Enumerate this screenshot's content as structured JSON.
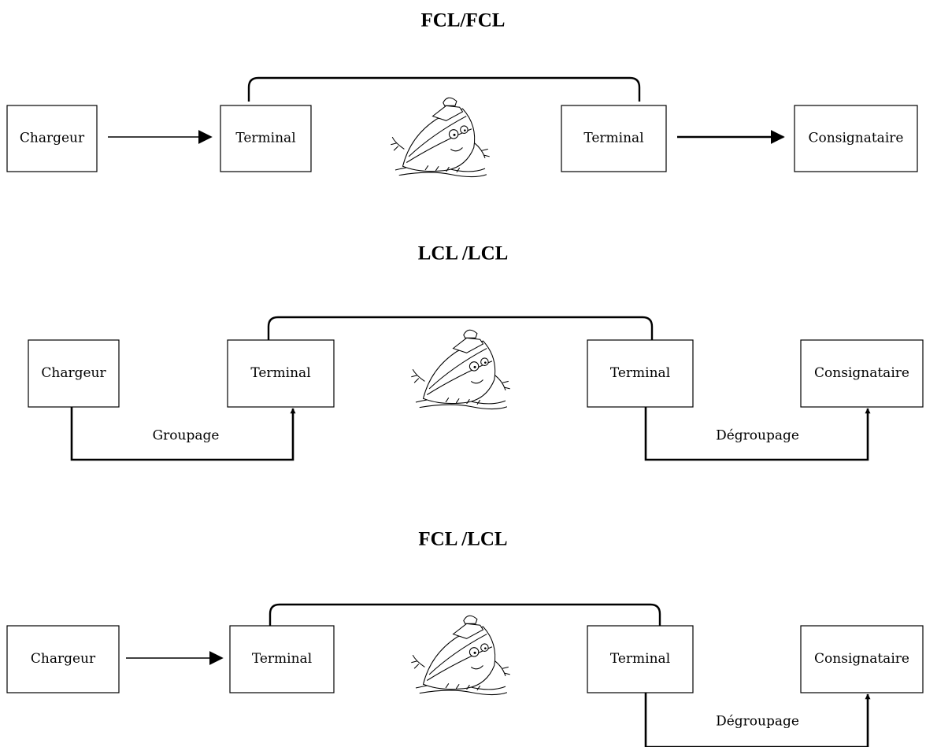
{
  "diagrams": [
    {
      "title": "FCL/FCL",
      "nodes": {
        "shipper": "Chargeur",
        "origin": "Terminal",
        "destination": "Terminal",
        "consignee": "Consignataire"
      },
      "edges": {
        "shipper_to_origin": "",
        "destination_to_consignee": ""
      }
    },
    {
      "title": "LCL /LCL",
      "nodes": {
        "shipper": "Chargeur",
        "origin": "Terminal",
        "destination": "Terminal",
        "consignee": "Consignataire"
      },
      "edges": {
        "shipper_to_origin": "Groupage",
        "destination_to_consignee": "Dégroupage"
      }
    },
    {
      "title": "FCL /LCL",
      "nodes": {
        "shipper": "Chargeur",
        "origin": "Terminal",
        "destination": "Terminal",
        "consignee": "Consignataire"
      },
      "edges": {
        "shipper_to_origin": "",
        "destination_to_consignee": "Dégroupage"
      }
    }
  ],
  "icons": {
    "vessel": "cartoon-ship-icon"
  }
}
